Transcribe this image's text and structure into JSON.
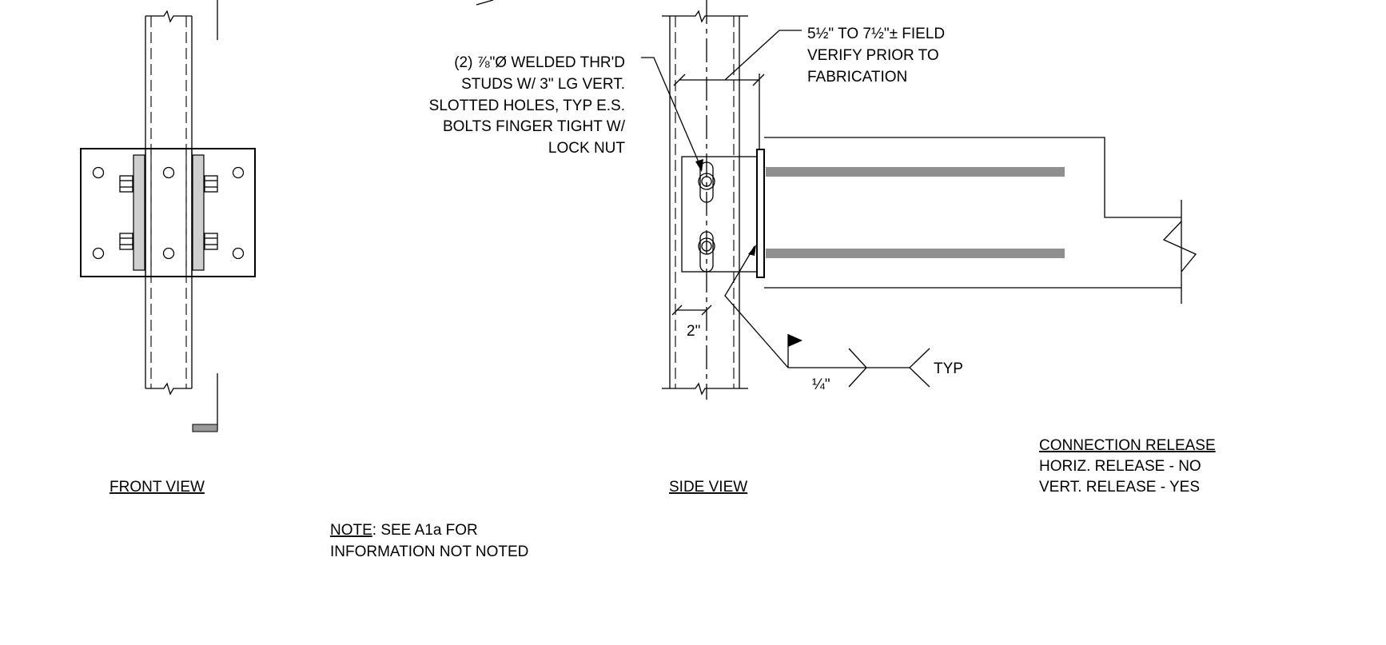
{
  "titles": {
    "front_view": "FRONT VIEW",
    "side_view": "SIDE VIEW"
  },
  "notes": {
    "stud_callout": [
      "(2) ⅞\"Ø WELDED THR'D",
      "STUDS W/ 3\" LG VERT.",
      "SLOTTED HOLES, TYP E.S.",
      "BOLTS FINGER TIGHT W/",
      "LOCK NUT"
    ],
    "field_verify": [
      "5½\" TO 7½\"± FIELD",
      "VERIFY PRIOR TO",
      "FABRICATION"
    ],
    "general_label": "NOTE",
    "general_text": [
      ": SEE A1a FOR",
      "INFORMATION NOT NOTED"
    ]
  },
  "dimensions": {
    "spacing": "2\""
  },
  "weld": {
    "size": "¼\"",
    "typ": "TYP"
  },
  "connection_release": {
    "title": "CONNECTION RELEASE",
    "horizontal": "HORIZ. RELEASE - NO",
    "vertical": "VERT. RELEASE - YES"
  }
}
